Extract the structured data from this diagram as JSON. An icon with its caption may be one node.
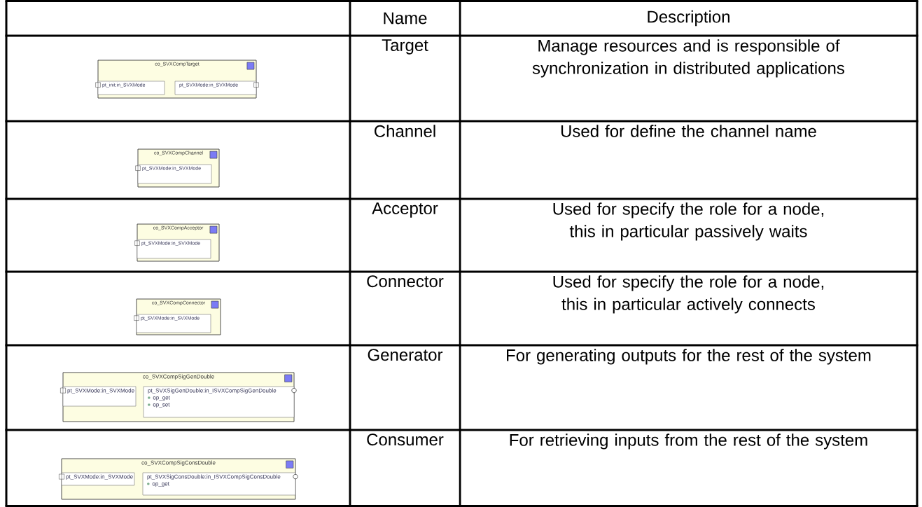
{
  "diagram": {
    "nodes": [
      {
        "text": [
          "co_SVXCompTarget"
        ]
      },
      {
        "text": [
          "pt_init:in_SVXMode"
        ],
        "in": 0
      },
      {
        "text": [
          "pt_SVXMode:in_SVXMode"
        ],
        "in": 0
      },
      {
        "text": [
          "co_SVXCompChannel"
        ]
      },
      {
        "text": [
          "pt_SVXMode:in_SVXMode"
        ],
        "in": 3
      },
      {
        "text": [
          "co_SVXCompAcceptor"
        ]
      },
      {
        "text": [
          "pt_SVXMode:in_SVXMode"
        ],
        "in": 5
      },
      {
        "text": [
          "co_SVXCompConnector"
        ]
      },
      {
        "text": [
          "pt_SVXMode:in_SVXMode"
        ],
        "in": 7
      },
      {
        "text": [
          "co_SVXCompSigGenDouble"
        ]
      },
      {
        "text": [
          "pt_SVXMode:in_SVXMode"
        ],
        "in": 9
      },
      {
        "text": [
          "pt_SVXSigGenDouble:in_ISVXCompSigGenDouble",
          "op_get",
          "op_set"
        ],
        "in": 9
      },
      {
        "text": [
          "co_SVXCompSigConsDouble"
        ]
      },
      {
        "text": [
          "pt_SVXMode:in_SVXMode"
        ],
        "in": 12
      },
      {
        "text": [
          "pt_SVXSigConsDouble:in_ISVXCompSigConsDouble",
          "op_get"
        ],
        "in": 12
      }
    ],
    "labels": [
      "Name",
      "Description",
      "Target",
      "Manage resources and is responsible of synchronization in distributed applications",
      "Channel",
      "Used for define the channel name",
      "Acceptor",
      "Used for specify the role for a node, this in particular passively waits",
      "Connector",
      "Used for specify the role for a node, this in particular actively connects",
      "Generator",
      "For generating outputs for the rest of the system",
      "Consumer",
      "For retrieving inputs from the rest of the system"
    ]
  }
}
